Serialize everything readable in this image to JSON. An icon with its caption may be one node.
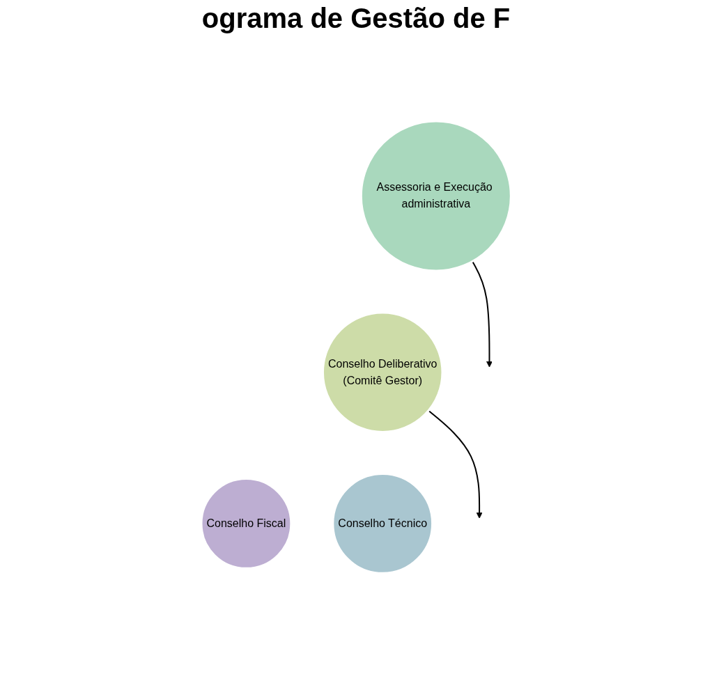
{
  "diagram": {
    "title": "ograma de Gestão de F",
    "nodes": [
      {
        "text": [
          "Assessoria e Execução administrativa"
        ]
      },
      {
        "text": [
          "Conselho Deliberativo",
          "(Comitê Gestor)"
        ]
      },
      {
        "text": [
          "Conselho Fiscal"
        ]
      },
      {
        "text": [
          "Conselho Técnico"
        ]
      }
    ],
    "edges": [
      {
        "from": 0,
        "to": null,
        "arrow": "to"
      },
      {
        "from": 1,
        "to": null,
        "arrow": "to"
      }
    ]
  }
}
